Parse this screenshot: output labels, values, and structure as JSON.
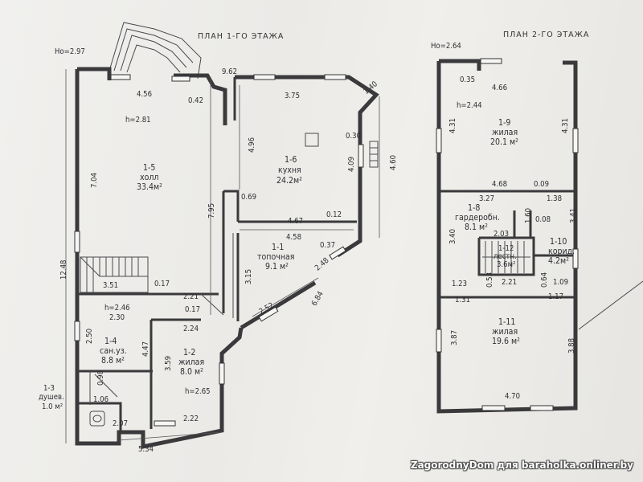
{
  "plans": {
    "floor1": {
      "title": "ПЛАН 1-ГО ЭТАЖА",
      "level_mark": "Ho=2.97",
      "rooms": {
        "hall": {
          "num": "1-5",
          "name": "холл",
          "area": "33.4м²",
          "height": "h=2.81"
        },
        "kitchen": {
          "num": "1-6",
          "name": "кухня",
          "area": "24.2м²"
        },
        "boiler": {
          "num": "1-1",
          "name": "топочная",
          "area": "9.1 м²"
        },
        "living": {
          "num": "1-2",
          "name": "жилая",
          "area": "8.0 м²",
          "height": "h=2.65"
        },
        "bath": {
          "num": "1-4",
          "name": "сан.уз.",
          "area": "8.8 м²"
        },
        "shower": {
          "num": "1-3",
          "name": "душев.",
          "area": "1.0 м²"
        }
      },
      "stair_height": "h=2.46",
      "dims": {
        "d_456": "4.56",
        "d_042": "0.42",
        "d_962": "9.62",
        "d_375": "3.75",
        "d_140": "1.40",
        "d_030": "0.30",
        "d_496": "4.96",
        "d_409": "4.09",
        "d_460": "4.60",
        "d_704": "7.04",
        "d_069": "0.69",
        "d_795": "7.95",
        "d_467": "4.67",
        "d_012": "0.12",
        "d_458": "4.58",
        "d_037": "0.37",
        "d_248": "2.48",
        "d_1248": "12.48",
        "d_315": "3.15",
        "d_351": "3.51",
        "d_017a": "0.17",
        "d_221": "2.21",
        "d_252": "2.52",
        "d_684": "6.84",
        "d_230": "2.30",
        "d_017b": "0.17",
        "d_224": "2.24",
        "d_250": "2.50",
        "d_447": "4.47",
        "d_359": "3.59",
        "d_098": "0.98",
        "d_106": "1.06",
        "d_207": "2.07",
        "d_222": "2.22",
        "d_534": "5.34"
      }
    },
    "floor2": {
      "title": "ПЛАН 2-ГО ЭТАЖА",
      "level_mark": "Ho=2.64",
      "rooms": {
        "room19": {
          "num": "1-9",
          "name": "жилая",
          "area": "20.1 м²",
          "height": "h=2.44"
        },
        "wardrobe": {
          "num": "1-8",
          "name": "гардеробн.",
          "area": "8.1 м²"
        },
        "stairs": {
          "num": "1-12",
          "name": "лестн.",
          "area": "3.6м²"
        },
        "corridor": {
          "num": "1-10",
          "name": "корид.",
          "area": "4.2м²"
        },
        "room111": {
          "num": "1-11",
          "name": "жилая",
          "area": "19.6 м²"
        }
      },
      "dims": {
        "d_035": "0.35",
        "d_466": "4.66",
        "d_431a": "4.31",
        "d_431b": "4.31",
        "d_468": "4.68",
        "d_009": "0.09",
        "d_327": "3.27",
        "d_138": "1.38",
        "d_160": "1.60",
        "d_008": "0.08",
        "d_341": "3.41",
        "d_340": "3.40",
        "d_203": "2.03",
        "d_123": "1.23",
        "d_053": "0.53",
        "d_221": "2.21",
        "d_064": "0.64",
        "d_109": "1.09",
        "d_131": "1.31",
        "d_117": "1.17",
        "d_387": "3.87",
        "d_388": "3.88",
        "d_470": "4.70"
      }
    }
  },
  "watermark": "ZagorodnyDom для baraholka.onliner.by"
}
